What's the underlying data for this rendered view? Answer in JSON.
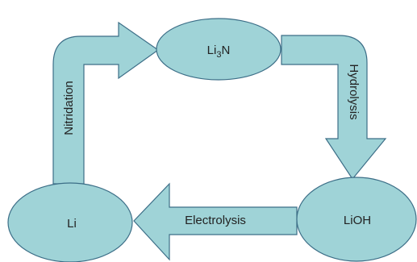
{
  "colors": {
    "fill": "#9fd3d7",
    "stroke": "#3c6e87"
  },
  "nodes": {
    "li3n": {
      "base": "Li",
      "subscript": "3",
      "suffix": "N"
    },
    "lioh": {
      "label": "LiOH"
    },
    "li": {
      "label": "Li"
    }
  },
  "arrows": {
    "nitridation": {
      "label": "Nitridation"
    },
    "hydrolysis": {
      "label": "Hydrolysis"
    },
    "electrolysis": {
      "label": "Electrolysis"
    }
  }
}
